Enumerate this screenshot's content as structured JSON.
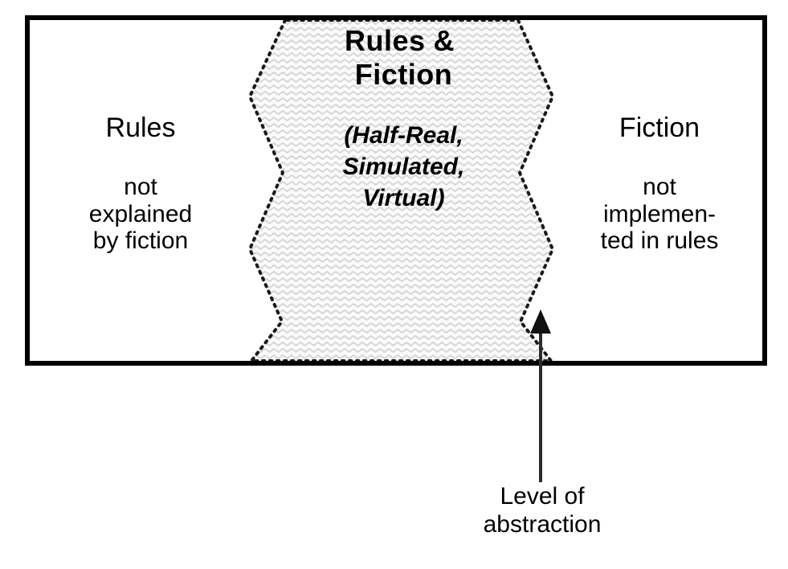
{
  "diagram": {
    "title_semantic": "Rules and Fiction half-real model",
    "colors": {
      "frame": "#000000",
      "text": "#000000",
      "band_fill": "#fbfbfb",
      "band_texture": "#d9d9d9",
      "band_border": "#1a1a1a",
      "arrow": "#1a1a1a",
      "background": "#ffffff"
    },
    "left_column": {
      "heading": "Rules",
      "body_lines": [
        "not",
        "explained",
        "by fiction"
      ]
    },
    "center_band": {
      "heading_part1": "Rules",
      "heading_amp": "&",
      "heading_part2": "Fiction",
      "subtitle_lines": [
        "(Half-Real,",
        "Simulated,",
        "Virtual)"
      ]
    },
    "right_column": {
      "heading": "Fiction",
      "body_lines": [
        "not",
        "implemen-",
        "ted in rules"
      ]
    },
    "annotation": {
      "arrow_name": "up-arrow-icon",
      "caption_lines": [
        "Level of",
        "abstraction"
      ]
    }
  }
}
